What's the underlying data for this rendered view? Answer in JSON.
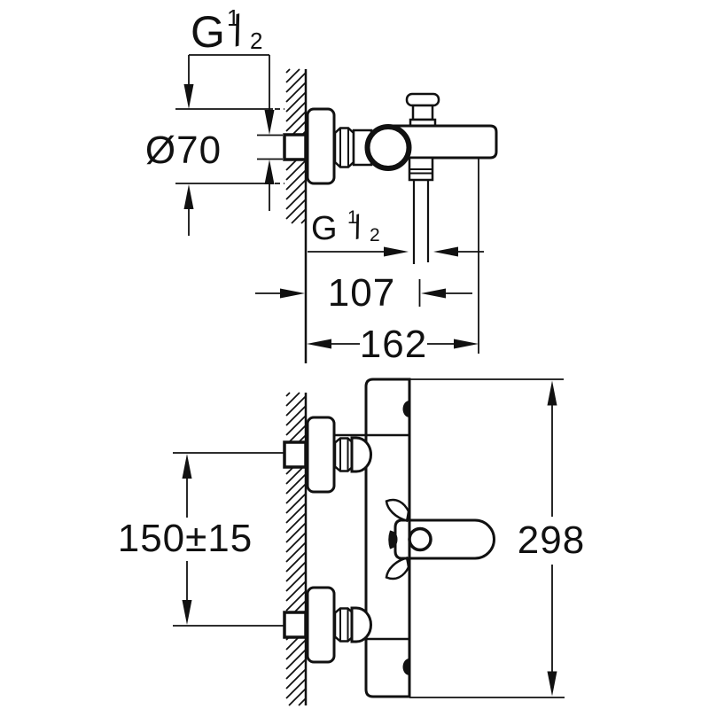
{
  "page": {
    "background_color": "#ffffff",
    "ink_color": "#111111"
  },
  "drawing": {
    "labels": {
      "g_top": {
        "base": "G",
        "sup": "1",
        "slash": "/",
        "sub": "2"
      },
      "dia": "Ø70",
      "g_hose": {
        "base": "G",
        "sup": "1",
        "slash": "/",
        "sub": "2"
      },
      "d107": "107",
      "d162": "162",
      "d150": "150±15",
      "d298": "298"
    }
  }
}
